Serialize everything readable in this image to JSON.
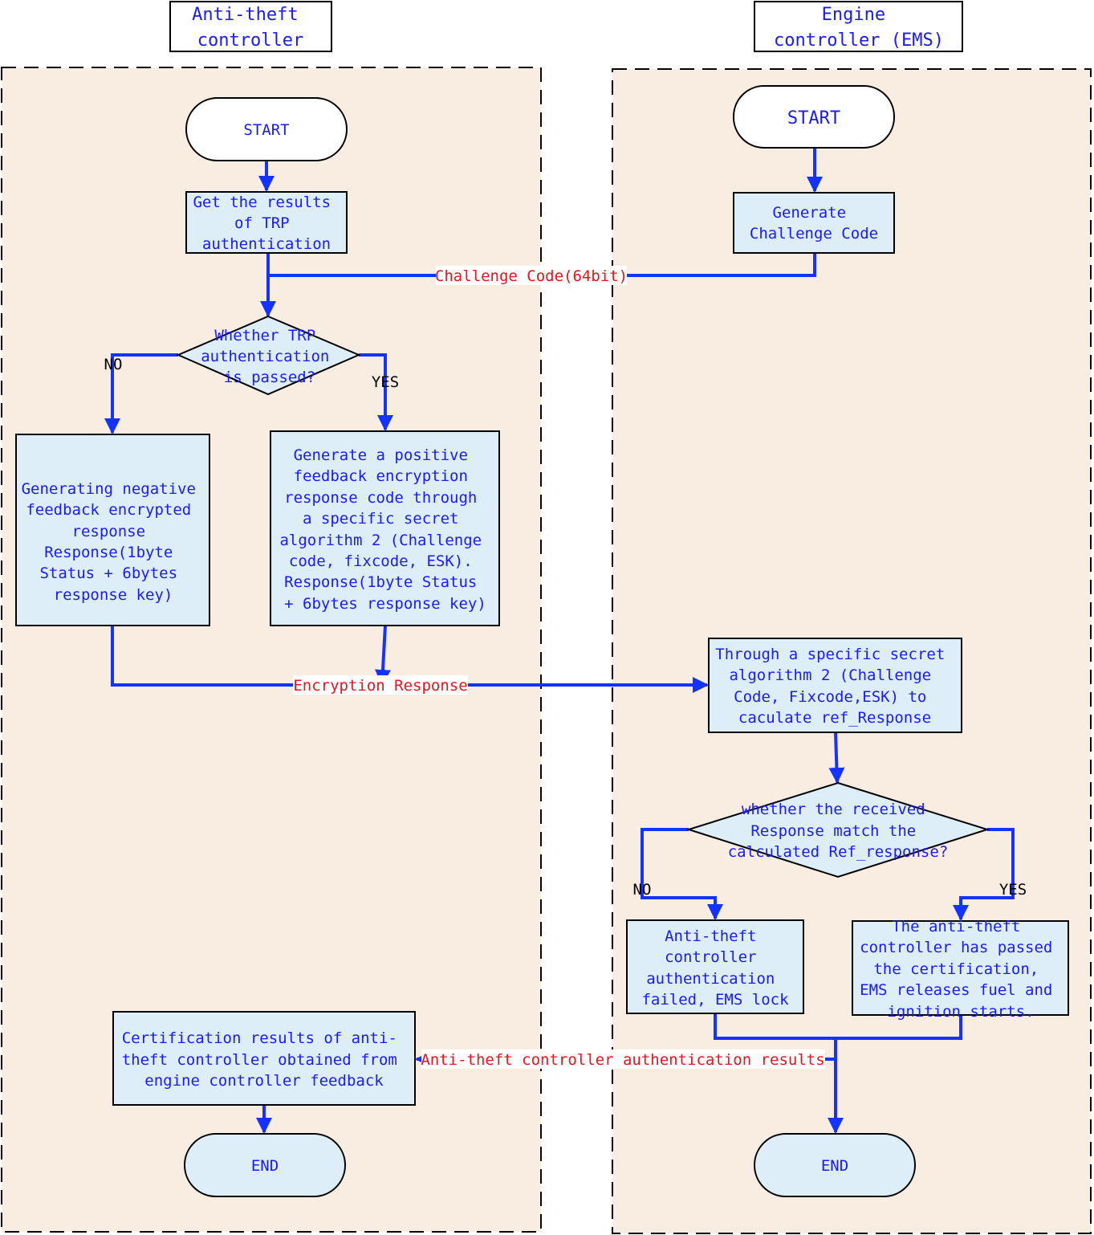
{
  "colors": {
    "lane_fill": "#f9ece1",
    "box_fill": "#ddeef8",
    "flow": "#1433ff",
    "text_blue": "#1a1aff",
    "text_red": "#e8141e"
  },
  "lanes": {
    "left_title": [
      "Anti-theft",
      "controller"
    ],
    "right_title": [
      "Engine",
      "controller (EMS)"
    ]
  },
  "nodes": {
    "start_left": "START",
    "trp_results": [
      "Get the results",
      "of TRP",
      "authentication"
    ],
    "trp_decision": [
      "Whether TRP",
      "authentication",
      "is passed?"
    ],
    "negative": [
      "Generating negative",
      "feedback encrypted",
      "response",
      "Response(1byte",
      "Status + 6bytes",
      "response key)"
    ],
    "positive": [
      "Generate a positive",
      "feedback encryption",
      "response code through",
      "a specific secret",
      "algorithm 2 (Challenge",
      "code, fixcode, ESK).",
      "Response(1byte Status",
      "+ 6bytes response key)"
    ],
    "cert_results": [
      "Certification results of anti-",
      "theft controller obtained from",
      "engine controller feedback"
    ],
    "end_left": "END",
    "start_right": "START",
    "gen_challenge": [
      "Generate",
      "Challenge Code"
    ],
    "calc_ref": [
      "Through a specific secret",
      "algorithm 2 (Challenge",
      "Code, Fixcode,ESK) to",
      "caculate ref_Response"
    ],
    "match_decision": [
      "whether the received",
      "Response match the",
      "calculated Ref_response?"
    ],
    "auth_failed": [
      "Anti-theft",
      "controller",
      "authentication",
      "failed, EMS lock"
    ],
    "auth_passed": [
      "The anti-theft",
      "controller has passed",
      "the certification,",
      "EMS releases fuel and",
      "ignition starts."
    ],
    "end_right": "END"
  },
  "flow_labels": {
    "challenge_code": "Challenge Code(64bit)",
    "encryption_response": "Encryption Response",
    "auth_results": "Anti-theft controller authentication results"
  },
  "branch_labels": {
    "no_left": "NO",
    "yes_left": "YES",
    "no_right": "NO",
    "yes_right": "YES"
  }
}
